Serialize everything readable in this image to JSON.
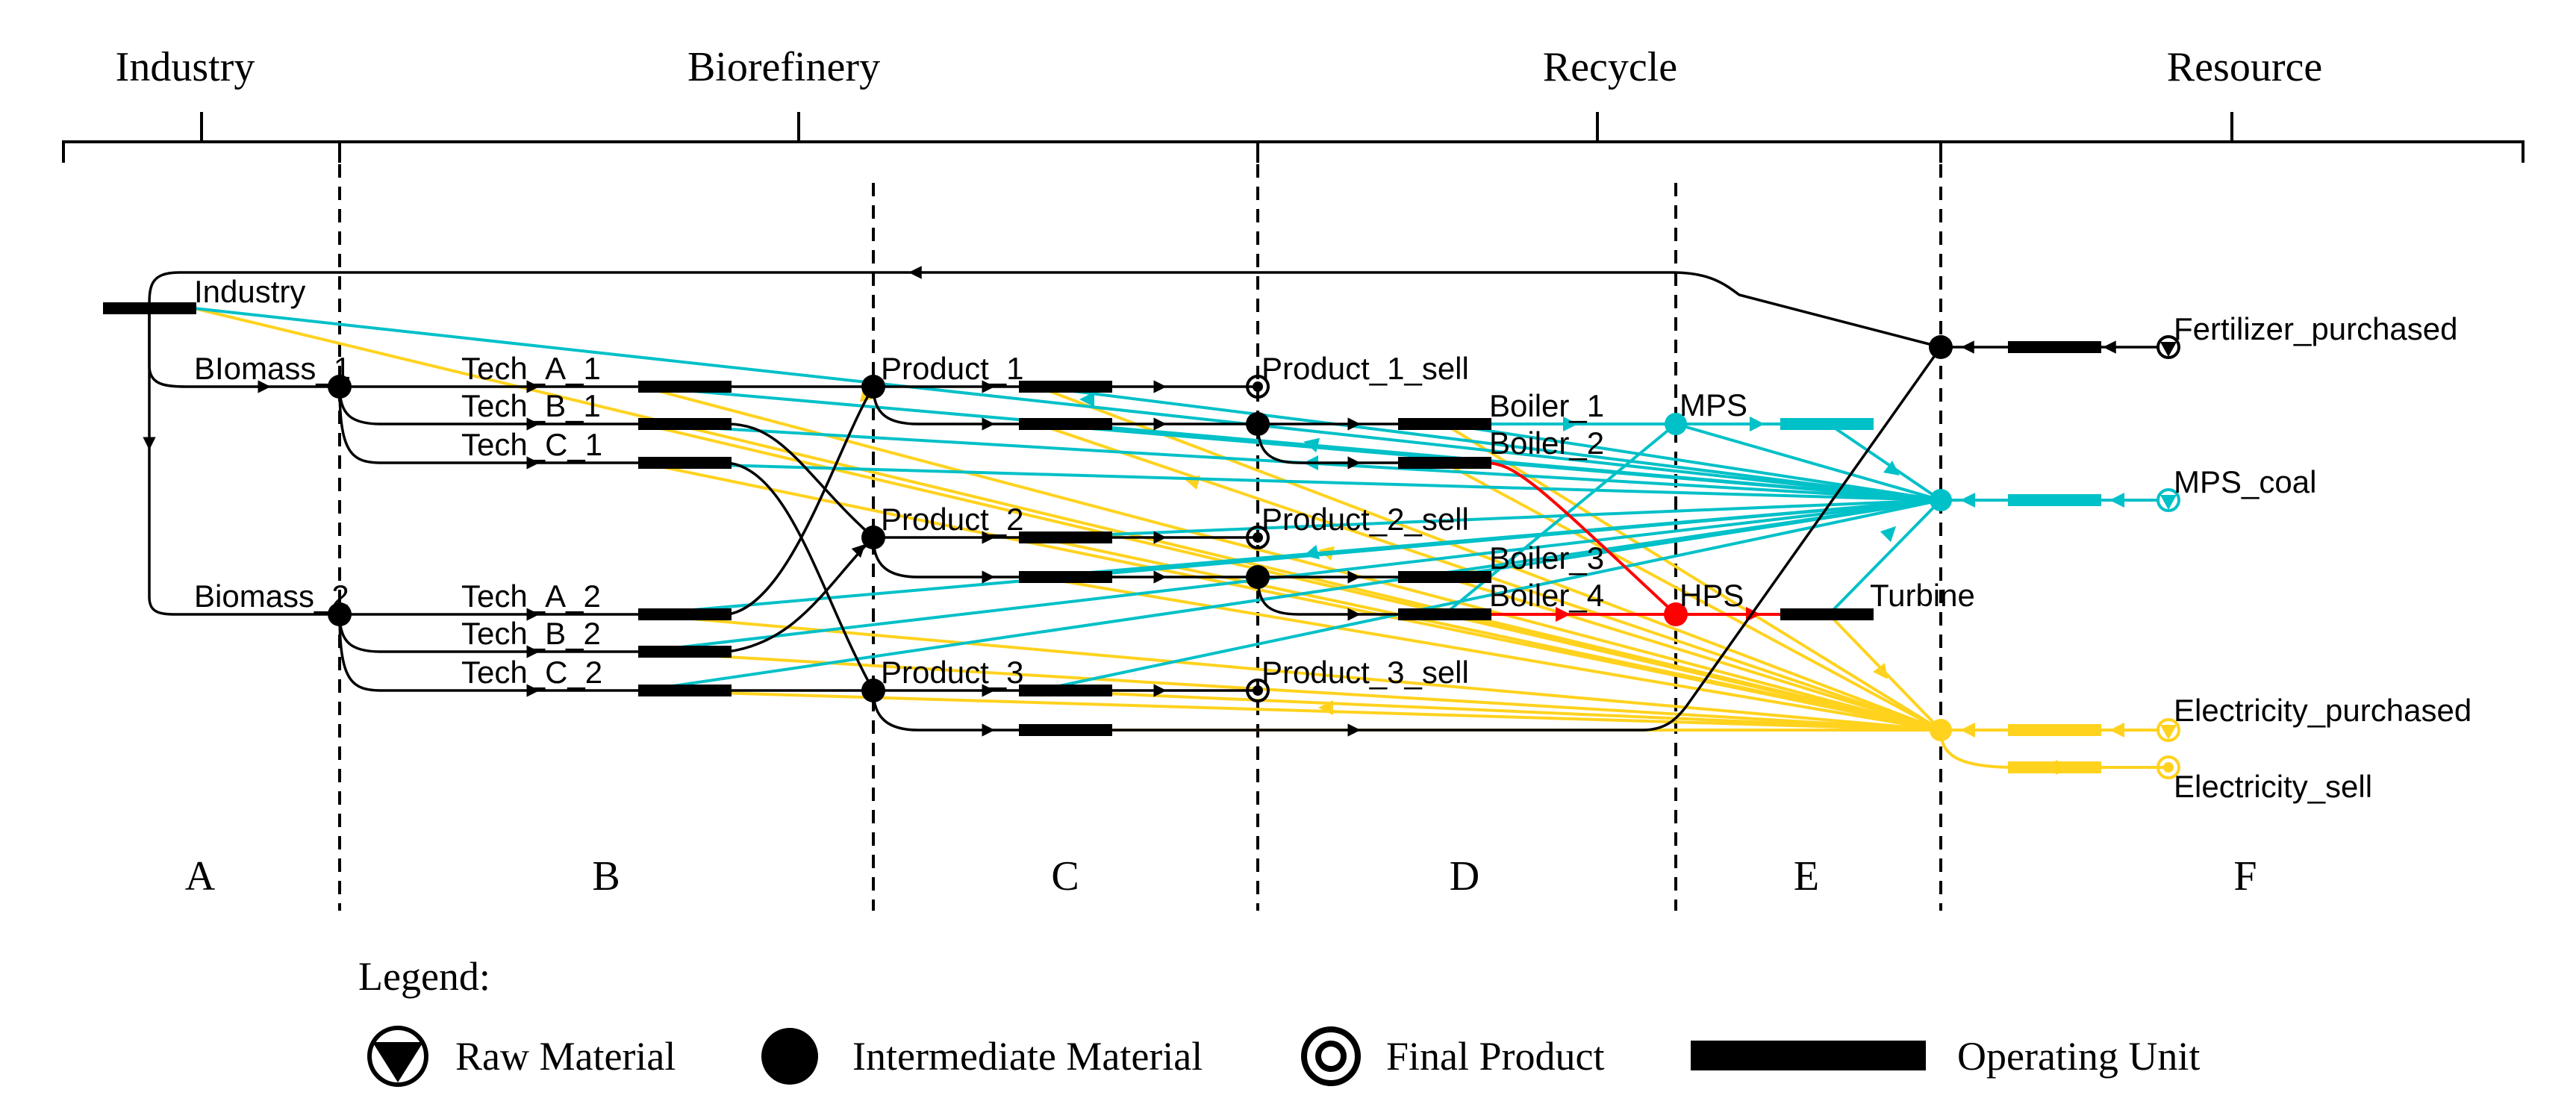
{
  "sections": [
    {
      "id": "industry",
      "label": "Industry"
    },
    {
      "id": "biorefinery",
      "label": "Biorefinery"
    },
    {
      "id": "recycle",
      "label": "Recycle"
    },
    {
      "id": "resource",
      "label": "Resource"
    }
  ],
  "zones": [
    "A",
    "B",
    "C",
    "D",
    "E",
    "F"
  ],
  "labels": {
    "industry": "Industry",
    "biomass_1": "BIomass_1",
    "biomass_2": "Biomass_2",
    "tech_a_1": "Tech_A_1",
    "tech_b_1": "Tech_B_1",
    "tech_c_1": "Tech_C_1",
    "tech_a_2": "Tech_A_2",
    "tech_b_2": "Tech_B_2",
    "tech_c_2": "Tech_C_2",
    "product_1": "Product_1",
    "product_2": "Product_2",
    "product_3": "Product_3",
    "product_1_sell": "Product_1_sell",
    "product_2_sell": "Product_2_sell",
    "product_3_sell": "Product_3_sell",
    "boiler_1": "Boiler_1",
    "boiler_2": "Boiler_2",
    "boiler_3": "Boiler_3",
    "boiler_4": "Boiler_4",
    "mps": "MPS",
    "hps": "HPS",
    "turbine": "Turbine",
    "fertilizer_purchased": "Fertilizer_purchased",
    "mps_coal": "MPS_coal",
    "electricity_purchased": "Electricity_purchased",
    "electricity_sell": "Electricity_sell"
  },
  "legend": {
    "title": "Legend:",
    "raw_material": "Raw Material",
    "intermediate_material": "Intermediate  Material",
    "final_product": "Final Product",
    "operating_unit": "Operating Unit"
  },
  "colors": {
    "black": "#000000",
    "cyan": "#00C0C8",
    "yellow": "#FFD21E",
    "red": "#FF0000"
  }
}
